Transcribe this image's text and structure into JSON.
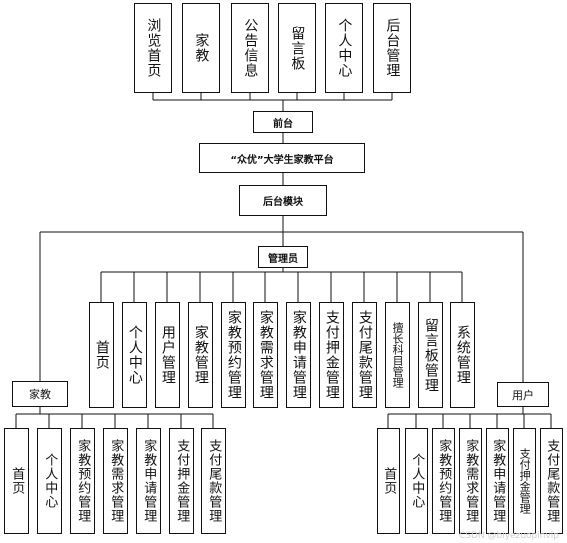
{
  "front_pages": [
    "浏览首页",
    "家教",
    "公告信息",
    "留言板",
    "个人中心",
    "后台管理"
  ],
  "front_label": "前台",
  "platform_title": "“众优”大学生家教平台",
  "backend_label": "后台模块",
  "admin": {
    "label": "管理员",
    "modules": [
      "首页",
      "个人中心",
      "用户管理",
      "家教管理",
      "家教预约管理",
      "家教需求管理",
      "家教申请管理",
      "支付押金管理",
      "支付尾款管理",
      "擅长科目管理",
      "留言板管理",
      "系统管理"
    ]
  },
  "tutor": {
    "label": "家教",
    "modules": [
      "首页",
      "个人中心",
      "家教预约管理",
      "家教需求管理",
      "家教申请管理",
      "支付押金管理",
      "支付尾款管理"
    ]
  },
  "user": {
    "label": "用户",
    "modules": [
      "首页",
      "个人中心",
      "家教预约管理",
      "家教需求管理",
      "家教申请管理",
      "支付押金管理",
      "支付尾款管理"
    ]
  },
  "watermark": "CSDN @biyezuopinvip"
}
